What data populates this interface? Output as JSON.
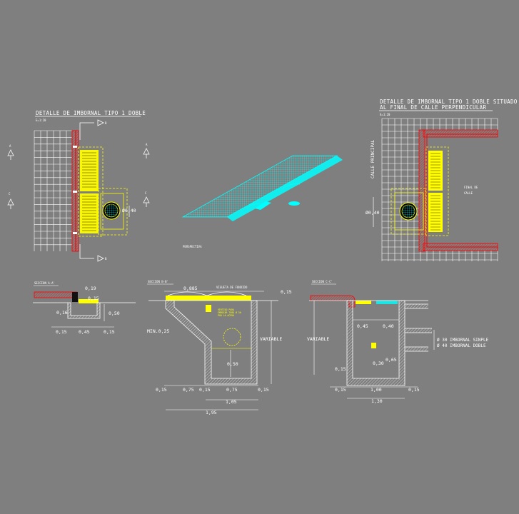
{
  "colors": {
    "background": "#7f7f7f",
    "lines": "#ffffff",
    "inlet": "#ffff00",
    "curb": "#ff0000",
    "perspective": "#00ffff"
  },
  "panel1": {
    "title": "DETALLE DE IMBORNAL TIPO 1 DOBLE",
    "scale": "E=1:20",
    "cut_b_top": "B",
    "cut_b_bottom": "B",
    "cut_a_left": "A",
    "cut_a_right": "A",
    "cut_c_left": "C",
    "cut_c_right": "C",
    "grate_dim": "Ø0,40"
  },
  "panel2": {
    "label": "PERSPECTIVA"
  },
  "panel3": {
    "title_line1": "DETALLE DE IMBORNAL TIPO 1 DOBLE SITUADO",
    "title_line2": "AL FINAL DE CALLE PERPENDICULAR",
    "scale": "E=1:20",
    "street_label": "CALLE PRINCIPAL",
    "end_label_1": "FINAL DE",
    "end_label_2": "CALLE",
    "grate_dim": "Ø0,40"
  },
  "section_a": {
    "title": "SECCION A-A'",
    "d_top": "0,19",
    "d_inner": "0,15",
    "d_left": "0,16",
    "d_right": "0,50",
    "d_b1": "0,15",
    "d_b2": "0,45",
    "d_b3": "0,15"
  },
  "section_b": {
    "title": "SECCION B-B'",
    "d_top": "0,885",
    "beam_label": "VIGUETA DE FUNDIDO",
    "d_top_right": "0,15",
    "note_1": "VERTIDO PARA",
    "note_2": "EMBOCAR TUBO Ø 30",
    "note_3": "POR LA ACERA",
    "d_min": "MIN.0,25",
    "d_variable": "VARIABLE",
    "d_inner": "0,50",
    "d_b1": "0,15",
    "d_b2": "0,75",
    "d_b3": "0,15",
    "d_b4": "0,75",
    "d_b5": "0,15",
    "d_sub": "1,05",
    "d_total": "1,95"
  },
  "section_c": {
    "title": "SECCION C-C'",
    "d_variable": "VARIABLE",
    "d_045": "0,45",
    "d_040": "0,40",
    "d_030": "0,30",
    "d_065": "0,65",
    "d_left_low": "0,15",
    "d_b1": "0,15",
    "d_b2": "1,00",
    "d_b3": "0,15",
    "d_total": "1,30",
    "pipe_1": "Ø 30 IMBORNAL SINPLE",
    "pipe_2": "Ø 40 IMBORNAL DOBLE"
  }
}
